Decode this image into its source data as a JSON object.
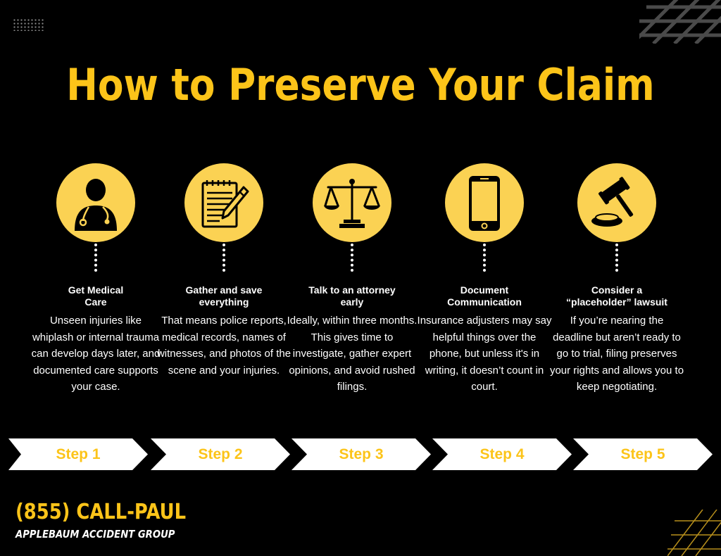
{
  "title": "How to Preserve Your Claim",
  "accent_color": "#fcc419",
  "circle_color": "#fbd253",
  "steps": [
    {
      "icon": "doctor-icon",
      "heading_line1": "Get Medical",
      "heading_line2": "Care",
      "description": "Unseen injuries like whiplash or internal trauma can develop days later, and documented care supports your case.",
      "label": "Step 1"
    },
    {
      "icon": "notepad-pencil-icon",
      "heading_line1": "Gather and save",
      "heading_line2": "everything",
      "description": "That means police reports, medical records, names of witnesses, and photos of the scene and your injuries.",
      "label": "Step 2"
    },
    {
      "icon": "scales-of-justice-icon",
      "heading_line1": "Talk to an attorney",
      "heading_line2": "early",
      "description": "Ideally, within three months. This gives time to investigate, gather expert opinions, and avoid rushed filings.",
      "label": "Step 3"
    },
    {
      "icon": "smartphone-icon",
      "heading_line1": "Document",
      "heading_line2": "Communication",
      "description": "Insurance adjusters may say helpful things over the phone, but unless it's in writing, it doesn’t count in court.",
      "label": "Step 4"
    },
    {
      "icon": "gavel-icon",
      "heading_line1": "Consider a",
      "heading_line2": "“placeholder” lawsuit",
      "description": "If you’re nearing the deadline but aren’t ready to go to trial, filing preserves your rights and allows you to keep negotiating.",
      "label": "Step 5"
    }
  ],
  "footer": {
    "phone": "(855) CALL-PAUL",
    "firm": "APPLEBAUM ACCIDENT GROUP"
  }
}
